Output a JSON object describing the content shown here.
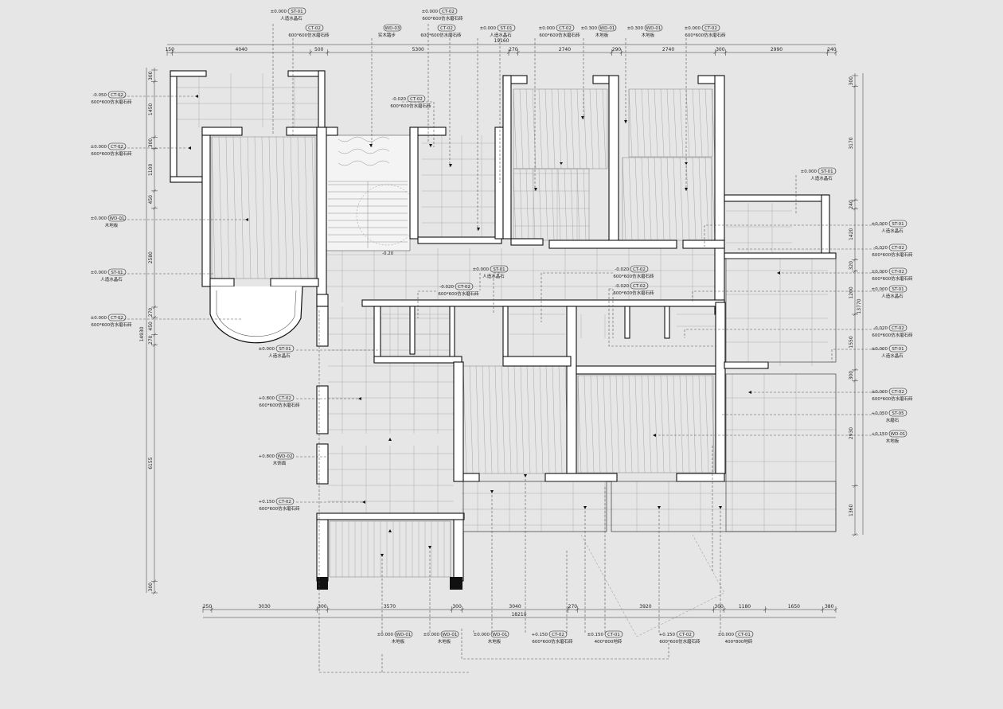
{
  "dims": {
    "top": [
      "150",
      "4040",
      "500",
      "5300",
      "270",
      "2740",
      "290",
      "2740",
      "300",
      "2990",
      "240"
    ],
    "top_total": "19160",
    "bottom": [
      "250",
      "3030",
      "300",
      "3570",
      "300",
      "3040",
      "270",
      "3920",
      "300",
      "1180",
      "1650",
      "380"
    ],
    "bottom_total": "18210",
    "left": [
      "300",
      "1450",
      "300",
      "1100",
      "450",
      "2580",
      "270",
      "450",
      "270",
      "6155",
      "300"
    ],
    "left_total": "14930",
    "right": [
      "300",
      "3170",
      "240",
      "1420",
      "320",
      "1200",
      "1550",
      "300",
      "2930",
      "1360"
    ],
    "right_total": "13770"
  },
  "top_tags": [
    {
      "code": "ST-01",
      "val": "±0.000",
      "desc": "人造水晶石"
    },
    {
      "code": "CT-02",
      "val": "",
      "desc": "600*600仿水磨石砖"
    },
    {
      "code": "WD-03",
      "val": "",
      "desc": "实木踏步"
    },
    {
      "code": "CT-02",
      "val": "±0.000",
      "desc": "600*600仿水磨石砖"
    },
    {
      "code": "CT-02",
      "val": "",
      "desc": "600*600仿水磨石砖"
    },
    {
      "code": "ST-01",
      "val": "±0.000",
      "desc": "人造水晶石"
    },
    {
      "code": "CT-02",
      "val": "±0.000",
      "desc": "600*600仿水磨石砖"
    },
    {
      "code": "WD-01",
      "val": "±0.300",
      "desc": "木地板"
    },
    {
      "code": "WD-01",
      "val": "±0.300",
      "desc": "木地板"
    },
    {
      "code": "CT-02",
      "val": "±0.000",
      "desc": "600*600仿水磨石砖"
    }
  ],
  "left_tags": [
    {
      "code": "CT-02",
      "val": "-0.050",
      "desc": "600*600仿水磨石砖"
    },
    {
      "code": "CT-02",
      "val": "±0.000",
      "desc": "600*600仿水磨石砖"
    },
    {
      "code": "WD-01",
      "val": "±0.000",
      "desc": "木地板"
    },
    {
      "code": "ST-01",
      "val": "±0.000",
      "desc": "人造水晶石"
    },
    {
      "code": "CT-02",
      "val": "±0.000",
      "desc": "600*600仿水磨石砖"
    }
  ],
  "right_tags": [
    {
      "code": "ST-01",
      "val": "±0.000",
      "desc": "人造水晶石"
    },
    {
      "code": "ST-01",
      "val": "±0.000",
      "desc": "人造水晶石"
    },
    {
      "code": "CT-02",
      "val": "-0.020",
      "desc": "600*600仿水磨石砖"
    },
    {
      "code": "CT-02",
      "val": "±0.000",
      "desc": "600*600仿水磨石砖"
    },
    {
      "code": "ST-01",
      "val": "±0.000",
      "desc": "人造水晶石"
    },
    {
      "code": "CT-02",
      "val": "-0.020",
      "desc": "600*600仿水磨石砖"
    },
    {
      "code": "ST-01",
      "val": "±0.000",
      "desc": "人造水晶石"
    },
    {
      "code": "CT-02",
      "val": "±0.000",
      "desc": "600*600仿水磨石砖"
    },
    {
      "code": "ST-05",
      "val": "+0.050",
      "desc": "水磨石"
    },
    {
      "code": "WD-01",
      "val": "+0.150",
      "desc": "木地板"
    }
  ],
  "inner_tags": [
    {
      "code": "CT-02",
      "val": "-0.020",
      "desc": "600*600仿水磨石砖"
    },
    {
      "code": "ST-01",
      "val": "±0.000",
      "desc": "人造水晶石"
    },
    {
      "code": "CT-02",
      "val": "-0.020",
      "desc": "600*600仿水磨石砖"
    },
    {
      "code": "CT-02",
      "val": "-0.020",
      "desc": "600*600仿水磨石砖"
    },
    {
      "code": "CT-02",
      "val": "-0.020",
      "desc": "600*600仿水磨石砖"
    },
    {
      "code": "ST-01",
      "val": "±0.000",
      "desc": "人造水晶石"
    },
    {
      "code": "CT-02",
      "val": "+0.800",
      "desc": "600*600仿水磨石砖"
    },
    {
      "code": "WD-02",
      "val": "+0.800",
      "desc": "木饰面"
    },
    {
      "code": "CT-02",
      "val": "+0.150",
      "desc": "600*600仿水磨石砖"
    }
  ],
  "bottom_tags": [
    {
      "code": "WD-01",
      "val": "±0.000",
      "desc": "木地板"
    },
    {
      "code": "WD-01",
      "val": "±0.000",
      "desc": "木地板"
    },
    {
      "code": "WD-01",
      "val": "±0.000",
      "desc": "木地板"
    },
    {
      "code": "CT-02",
      "val": "+0.150",
      "desc": "600*600仿水磨石砖"
    },
    {
      "code": "CT-01",
      "val": "±0.150",
      "desc": "400*800地砖"
    },
    {
      "code": "CT-02",
      "val": "+0.150",
      "desc": "600*600仿水磨石砖"
    },
    {
      "code": "CT-01",
      "val": "±0.000",
      "desc": "400*800地砖"
    }
  ],
  "stair_label": "-0.20"
}
